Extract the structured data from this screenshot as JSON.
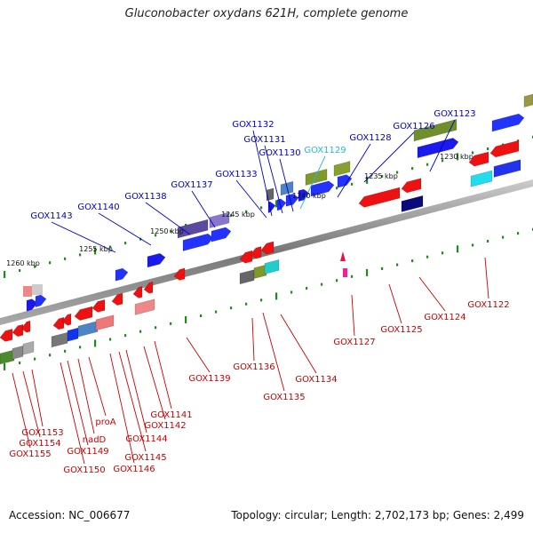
{
  "title": "Gluconobacter oxydans 621H, complete genome",
  "footer": {
    "accession": "Accession: NC_006677",
    "summary": "Topology: circular; Length: 2,702,173 bp; Genes: 2,499"
  },
  "colors": {
    "forward_label": "#0000cc",
    "reverse_label": "#cc0000",
    "highlight_label": "#22bbdd",
    "axis": "#888888",
    "tick": "#228822"
  },
  "ruler": [
    {
      "label": "1230 kbp"
    },
    {
      "label": "1235 kbp"
    },
    {
      "label": "1240 kbp"
    },
    {
      "label": "1245 kbp"
    },
    {
      "label": "1250 kbp"
    },
    {
      "label": "1255 kbp"
    },
    {
      "label": "1260 kbp"
    }
  ],
  "genes_forward": [
    {
      "label": "GOX1123"
    },
    {
      "label": "GOX1126"
    },
    {
      "label": "GOX1128"
    },
    {
      "label": "GOX1129"
    },
    {
      "label": "GOX1130"
    },
    {
      "label": "GOX1131"
    },
    {
      "label": "GOX1132"
    },
    {
      "label": "GOX1133"
    },
    {
      "label": "GOX1137"
    },
    {
      "label": "GOX1138"
    },
    {
      "label": "GOX1140"
    },
    {
      "label": "GOX1143"
    }
  ],
  "genes_reverse": [
    {
      "label": "GOX1122"
    },
    {
      "label": "GOX1124"
    },
    {
      "label": "GOX1125"
    },
    {
      "label": "GOX1127"
    },
    {
      "label": "GOX1134"
    },
    {
      "label": "GOX1135"
    },
    {
      "label": "GOX1136"
    },
    {
      "label": "GOX1139"
    },
    {
      "label": "GOX1141"
    },
    {
      "label": "GOX1142"
    },
    {
      "label": "GOX1144"
    },
    {
      "label": "GOX1145"
    },
    {
      "label": "GOX1146"
    },
    {
      "label": "proA"
    },
    {
      "label": "nadD"
    },
    {
      "label": "GOX1149"
    },
    {
      "label": "GOX1150"
    },
    {
      "label": "GOX1153"
    },
    {
      "label": "GOX1154"
    },
    {
      "label": "GOX1155"
    }
  ]
}
